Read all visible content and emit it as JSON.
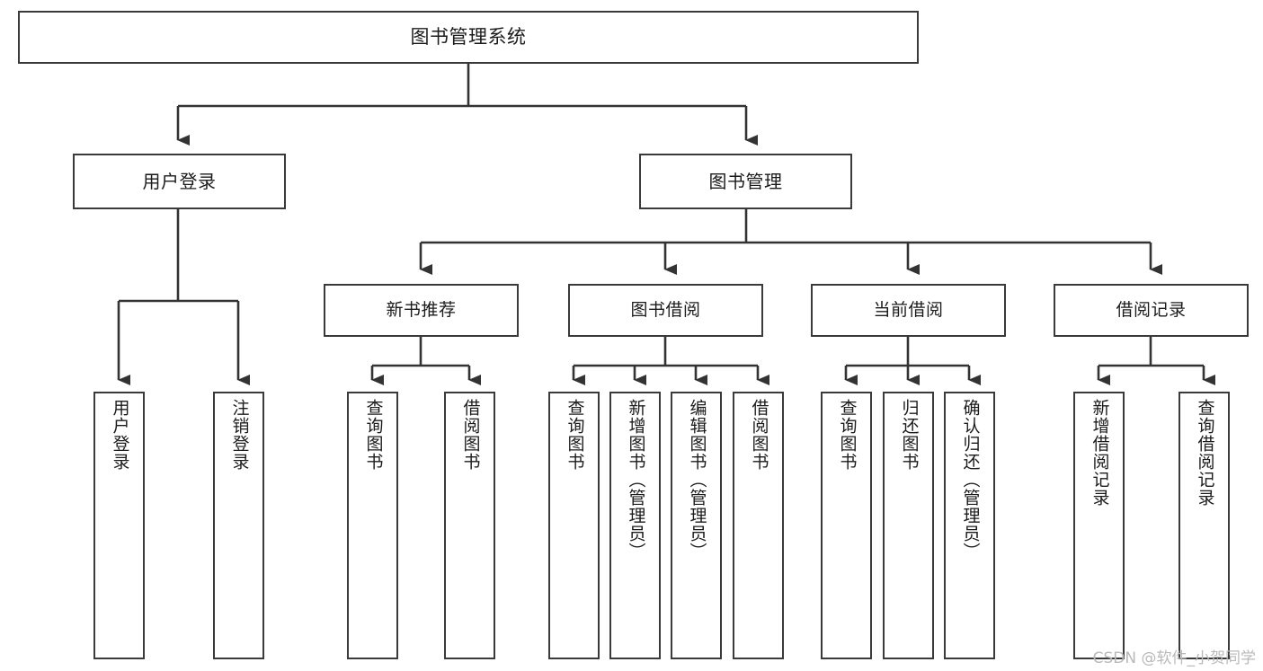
{
  "diagram": {
    "title": "图书管理系统",
    "type": "tree-hierarchy",
    "orientation": "top-down",
    "colors": {
      "box_border": "#3a3a3a",
      "box_fill": "#ffffff",
      "connector": "#333333",
      "text": "#1b1b1b",
      "watermark": "#b9b9b9",
      "background": "#ffffff"
    }
  },
  "watermark": {
    "text": "CSDN @软件_小贺同学"
  },
  "nodes": {
    "root": {
      "id": "root",
      "label": "图书管理系统",
      "level": 1
    },
    "level2": [
      {
        "id": "user-login",
        "label": "用户登录"
      },
      {
        "id": "book-management",
        "label": "图书管理"
      }
    ],
    "level3": [
      {
        "id": "new-book-recommend",
        "label": "新书推荐",
        "parent": "book-management"
      },
      {
        "id": "book-borrow",
        "label": "图书借阅",
        "parent": "book-management"
      },
      {
        "id": "current-borrow",
        "label": "当前借阅",
        "parent": "book-management"
      },
      {
        "id": "borrow-record",
        "label": "借阅记录",
        "parent": "book-management"
      }
    ],
    "leaves": [
      {
        "id": "leaf-user-login",
        "label": "用户登录",
        "parent": "user-login"
      },
      {
        "id": "leaf-logout-login",
        "label": "注销登录",
        "parent": "user-login"
      },
      {
        "id": "leaf-query-book-1",
        "label": "查询图书",
        "parent": "new-book-recommend"
      },
      {
        "id": "leaf-borrow-book-1",
        "label": "借阅图书",
        "parent": "new-book-recommend"
      },
      {
        "id": "leaf-query-book-2",
        "label": "查询图书",
        "parent": "book-borrow"
      },
      {
        "id": "leaf-add-book",
        "label": "新增图书（管理员）",
        "parent": "book-borrow"
      },
      {
        "id": "leaf-edit-book",
        "label": "编辑图书（管理员）",
        "parent": "book-borrow"
      },
      {
        "id": "leaf-borrow-book-2",
        "label": "借阅图书",
        "parent": "book-borrow"
      },
      {
        "id": "leaf-query-book-3",
        "label": "查询图书",
        "parent": "current-borrow"
      },
      {
        "id": "leaf-return-book",
        "label": "归还图书",
        "parent": "current-borrow"
      },
      {
        "id": "leaf-confirm-return",
        "label": "确认归还（管理员）",
        "parent": "current-borrow"
      },
      {
        "id": "leaf-add-record",
        "label": "新增借阅记录",
        "parent": "borrow-record"
      },
      {
        "id": "leaf-query-record",
        "label": "查询借阅记录",
        "parent": "borrow-record"
      }
    ]
  }
}
